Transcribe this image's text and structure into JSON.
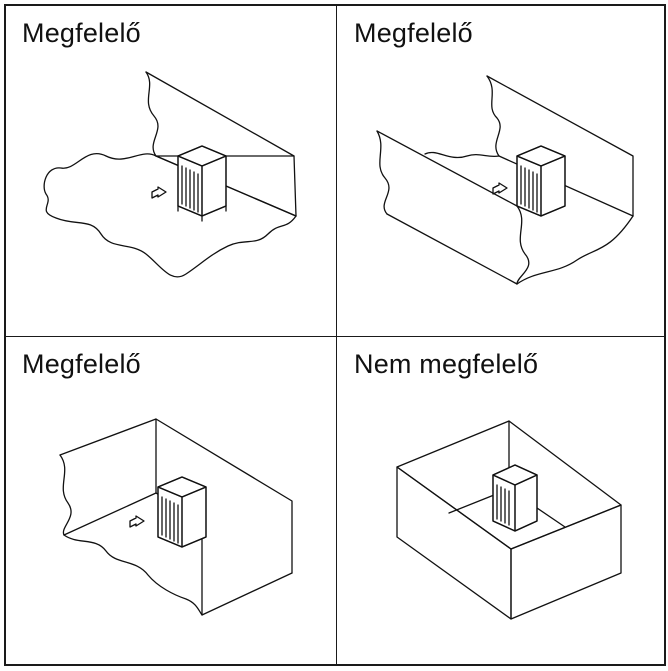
{
  "panels": [
    {
      "label": "Megfelelő",
      "scene": "floor-with-back-wall",
      "arrow": true
    },
    {
      "label": "Megfelelő",
      "scene": "corridor-two-walls",
      "arrow": true
    },
    {
      "label": "Megfelelő",
      "scene": "corner-two-walls",
      "arrow": true
    },
    {
      "label": "Nem megfelelő",
      "scene": "enclosed-box",
      "arrow": false
    }
  ]
}
